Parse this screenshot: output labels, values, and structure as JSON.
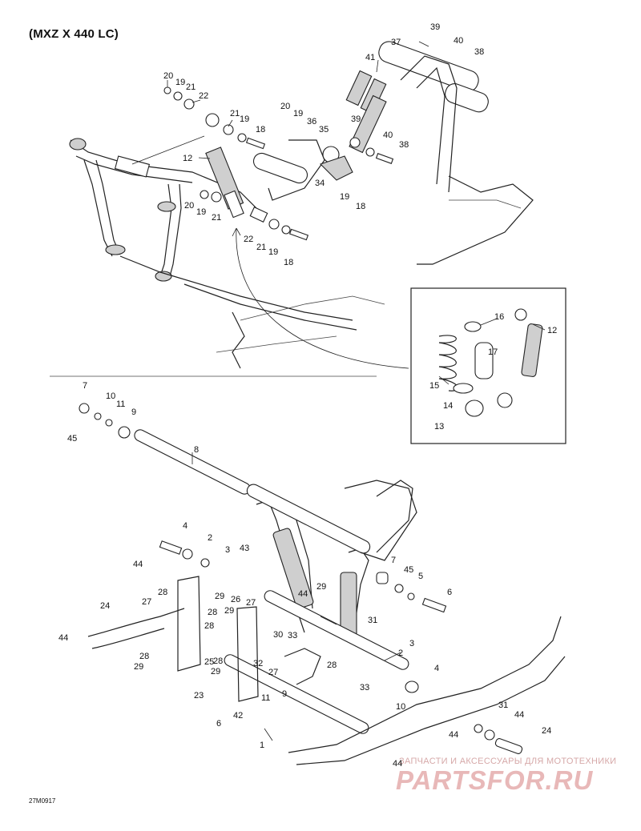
{
  "title": "(MXZ X 440 LC)",
  "reference_code": "27M0917",
  "watermark": {
    "tagline": "ЗАПЧАСТИ И АКСЕССУАРЫ ДЛЯ МОТОТЕХНИКИ",
    "logo_text": "PARTSFOR.RU"
  },
  "callouts": [
    "20",
    "19",
    "21",
    "22",
    "21",
    "19",
    "18",
    "12",
    "20",
    "19",
    "21",
    "22",
    "21",
    "19",
    "18",
    "20",
    "19",
    "36",
    "35",
    "34",
    "19",
    "18",
    "39",
    "40",
    "38",
    "37",
    "41",
    "39",
    "40",
    "38",
    "16",
    "12",
    "17",
    "15",
    "14",
    "13",
    "7",
    "10",
    "11",
    "9",
    "45",
    "8",
    "4",
    "2",
    "3",
    "43",
    "44",
    "24",
    "44",
    "27",
    "28",
    "29",
    "26",
    "28",
    "29",
    "28",
    "27",
    "29",
    "28",
    "25",
    "29",
    "28",
    "23",
    "6",
    "42",
    "1",
    "44",
    "29",
    "31",
    "33",
    "30",
    "32",
    "27",
    "28",
    "33",
    "9",
    "11",
    "10",
    "7",
    "45",
    "5",
    "6",
    "3",
    "2",
    "4",
    "31",
    "44",
    "24",
    "44",
    "44"
  ]
}
